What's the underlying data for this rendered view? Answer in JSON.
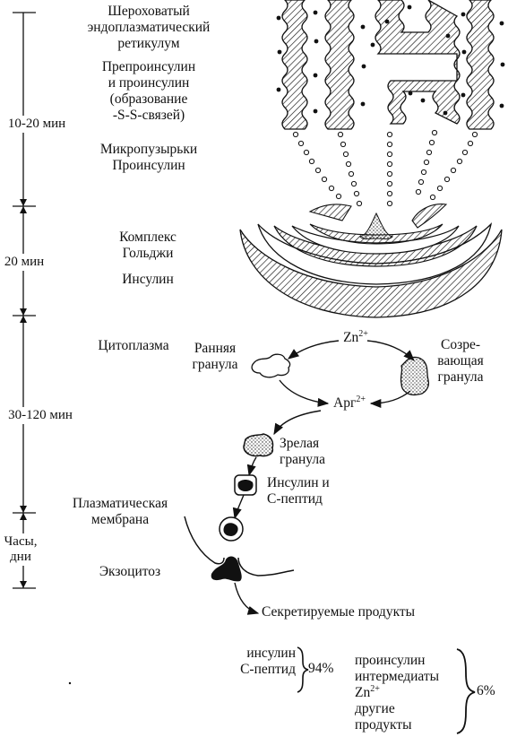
{
  "timeline": {
    "t1": "10-20 мин",
    "t2": "20 мин",
    "t3": "30-120 мин",
    "t4_line1": "Часы,",
    "t4_line2": "дни"
  },
  "stages": {
    "rer_line1": "Шероховатый",
    "rer_line2": "эндоплазматический",
    "rer_line3": "ретикулум",
    "prepro_line1": "Препроинсулин",
    "prepro_line2": "и проинсулин",
    "prepro_line3": "(образование",
    "prepro_line4": "-S-S-связей)",
    "vesicles_line1": "Микропузырьки",
    "vesicles_line2": "Проинсулин",
    "golgi_line1": "Комплекс",
    "golgi_line2": "Гольджи",
    "insulin": "Инсулин",
    "cytoplasm": "Цитоплазма",
    "plasma_line1": "Плазматическая",
    "plasma_line2": "мембрана",
    "exocytosis": "Экзоцитоз"
  },
  "granules": {
    "early_line1": "Ранняя",
    "early_line2": "гранула",
    "zn": "Zn",
    "zn_sup": "2+",
    "arg": "Арг",
    "arg_sup": "2+",
    "maturing_line1": "Созре-",
    "maturing_line2": "вающая",
    "maturing_line3": "гранула",
    "mature_line1": "Зрелая",
    "mature_line2": "гранула",
    "insc_line1": "Инсулин и",
    "insc_line2": "С-пептид"
  },
  "secretion": {
    "title": "Секретируемые продукты",
    "left_line1": "инсулин",
    "left_line2": "С-пептид",
    "left_percent": "94%",
    "right_line1": "проинсулин",
    "right_line2": "интермедиаты",
    "right_line3_base": "Zn",
    "right_line3_sup": "2+",
    "right_line4": "другие",
    "right_line5": "продукты",
    "right_percent": "6%"
  },
  "colors": {
    "ink": "#111111",
    "paper": "#ffffff"
  }
}
